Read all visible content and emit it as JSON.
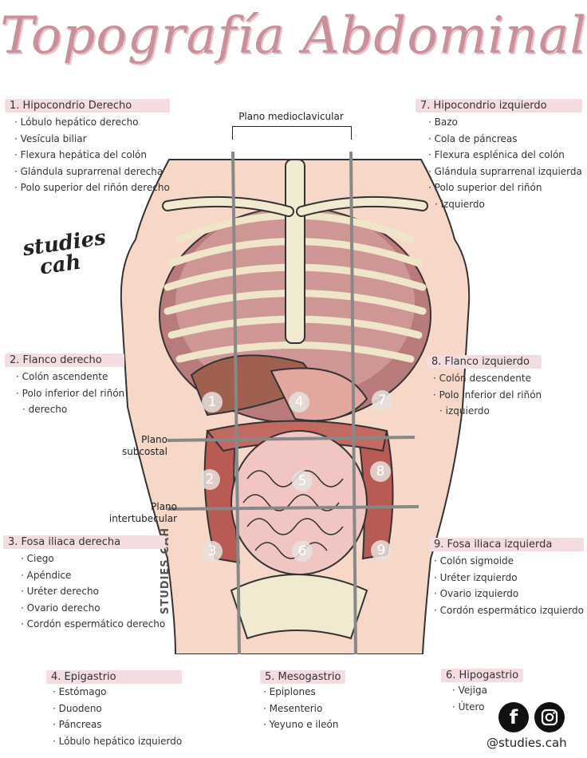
{
  "title": "Topografía Abdominal",
  "brand": {
    "line1": "studies",
    "line2": "cah"
  },
  "figure_watermark": "STUDIES.CAH",
  "planes": {
    "midclavicular": "Plano medioclavicular",
    "subcostal_1": "Plano",
    "subcostal_2": "subcostal",
    "intertubercular_1": "Plano",
    "intertubercular_2": "intertubecular"
  },
  "region_numbers": [
    "1",
    "2",
    "3",
    "4",
    "5",
    "6",
    "7",
    "8",
    "9"
  ],
  "sections": {
    "s1": {
      "heading": "1. Hipocondrio Derecho",
      "items": [
        "Lóbulo hepático derecho",
        "Vesícula biliar",
        "Flexura hepática del colón",
        "Glándula suprarrenal derecha",
        "Polo superior del riñón derecho"
      ]
    },
    "s7": {
      "heading": "7. Hipocondrio izquierdo",
      "items": [
        "Bazo",
        "Cola de páncreas",
        "Flexura esplénica del colón",
        "Glándula suprarrenal izquierda",
        "Polo superior del riñón",
        "izquierdo"
      ]
    },
    "s2": {
      "heading": "2. Flanco derecho",
      "items": [
        "Colón ascendente",
        "Polo inferior del riñón",
        "derecho"
      ]
    },
    "s8": {
      "heading": "8. Flanco izquierdo",
      "items": [
        "Colón descendente",
        "Polo inferior del riñón",
        "izquierdo"
      ]
    },
    "s3": {
      "heading": "3. Fosa iliaca derecha",
      "items": [
        "Ciego",
        "Apéndice",
        "Uréter derecho",
        "Ovario derecho",
        "Cordón espermático derecho"
      ]
    },
    "s9": {
      "heading": "9. Fosa iliaca izquierda",
      "items": [
        "Colón sigmoide",
        "Uréter izquierdo",
        "Ovario izquierdo",
        "Cordón espermático izquierdo"
      ]
    },
    "s4": {
      "heading": "4. Epigastrio",
      "items": [
        "Estómago",
        "Duodeno",
        "Páncreas",
        "Lóbulo hepático izquierdo"
      ]
    },
    "s5": {
      "heading": "5. Mesogastrio",
      "items": [
        "Epiplones",
        "Mesenterio",
        "Yeyuno e ileón"
      ]
    },
    "s6": {
      "heading": "6. Hipogastrio",
      "items": [
        "Vejiga",
        "Útero"
      ]
    }
  },
  "social": {
    "facebook_icon": "facebook-icon",
    "instagram_icon": "instagram-icon",
    "handle": "@studies.cah"
  },
  "colors": {
    "title": "#c98f9a",
    "skin": "#f6d7c8",
    "organ": "#c98080",
    "bone": "#f1ead0",
    "heading_bg": "#f3dde0"
  }
}
